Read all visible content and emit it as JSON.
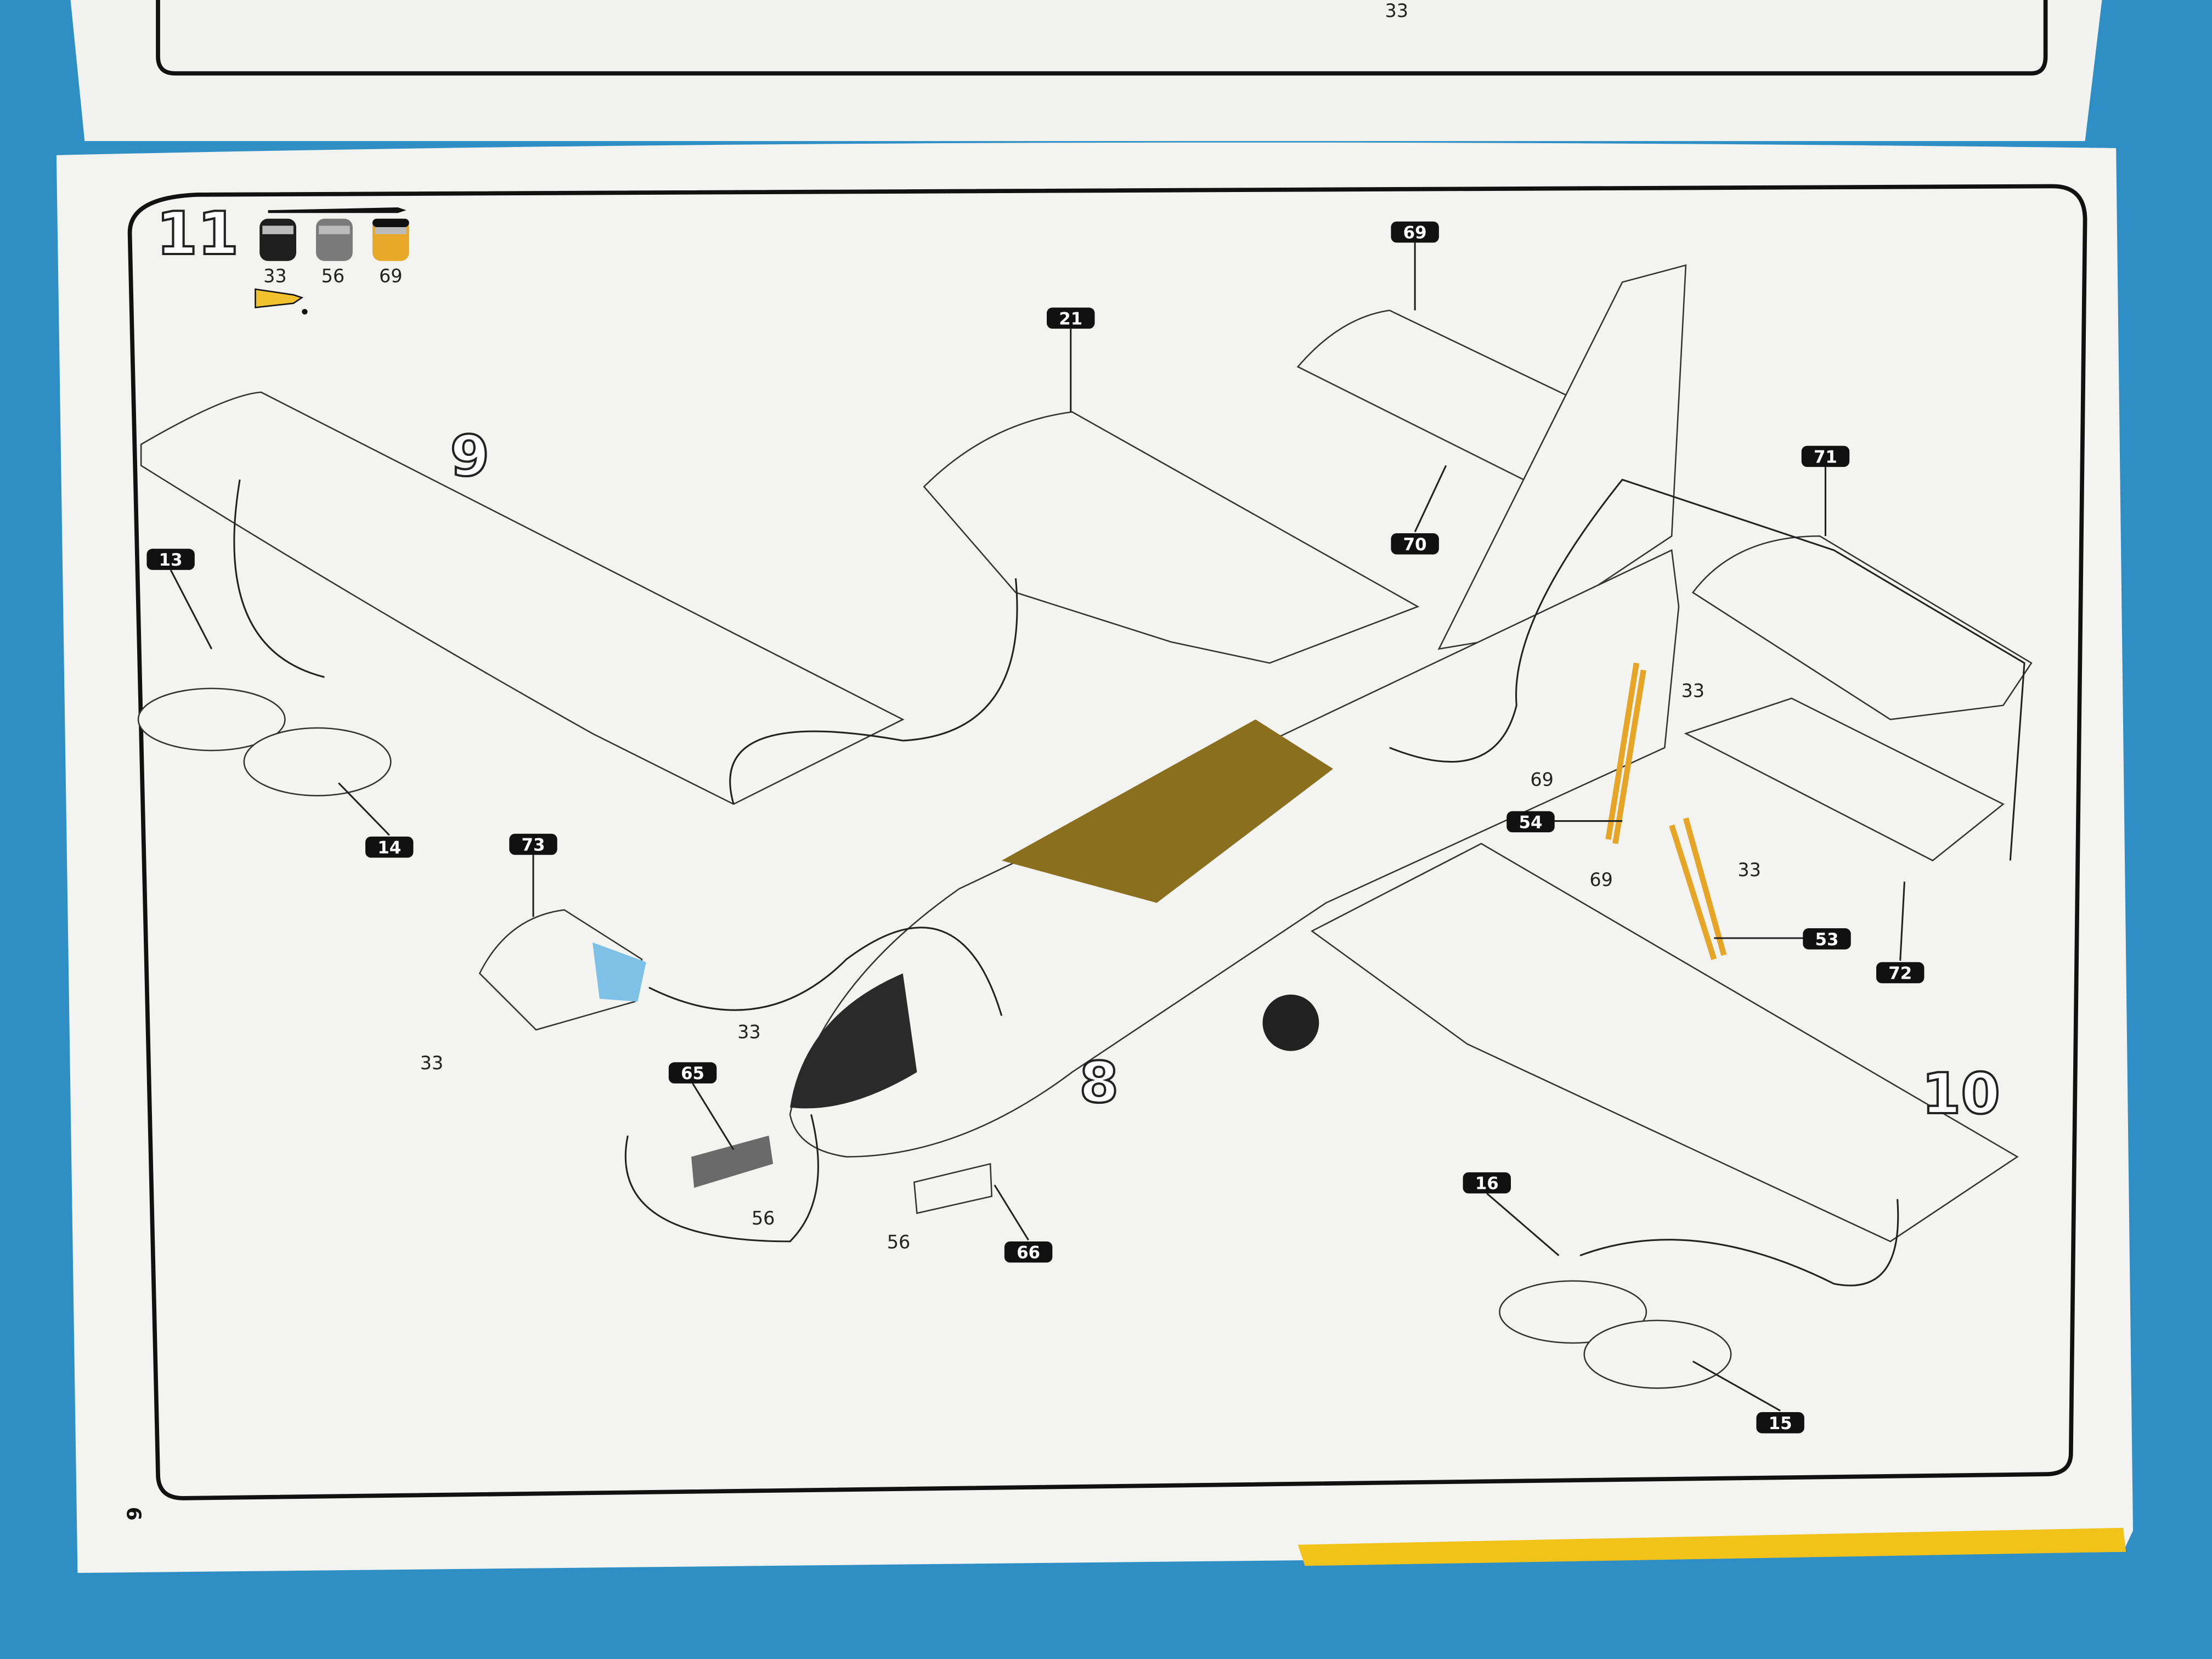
{
  "page": {
    "step_number": "11",
    "page_number": "6",
    "previous_step_label": "33",
    "paints": [
      {
        "code": "33",
        "color": "#1e1e1e",
        "icon": "paint-jar-icon"
      },
      {
        "code": "56",
        "color": "#7a7a7a",
        "icon": "paint-jar-icon"
      },
      {
        "code": "69",
        "color": "#e8a92a",
        "icon": "paint-jar-icon"
      }
    ],
    "tools": {
      "brush_icon": "paintbrush-icon",
      "glue_icon": "glue-tube-icon",
      "glue_color": "#f2c12e"
    },
    "assembly_numbers": {
      "left_wing": "9",
      "fuselage": "8",
      "right_wing": "10"
    },
    "part_callouts": [
      "69",
      "21",
      "71",
      "70",
      "13",
      "14",
      "73",
      "54",
      "53",
      "72",
      "65",
      "66",
      "16",
      "15"
    ],
    "paint_labels": [
      "33",
      "69",
      "33",
      "69",
      "33",
      "33",
      "56",
      "56"
    ]
  }
}
